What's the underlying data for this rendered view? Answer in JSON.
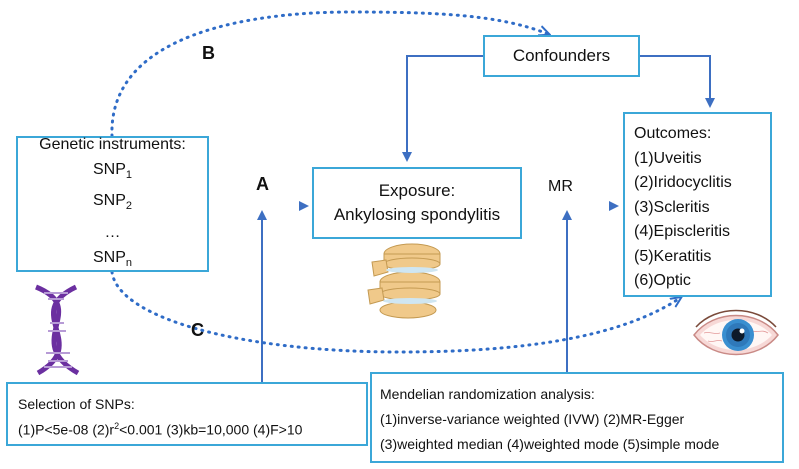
{
  "confounders": {
    "label": "Confounders"
  },
  "genetic": {
    "title": "Genetic instruments:",
    "snp1": {
      "base": "SNP",
      "sub": "1"
    },
    "snp2": {
      "base": "SNP",
      "sub": "2"
    },
    "ellipsis": "…",
    "snpn": {
      "base": "SNP",
      "sub": "n"
    }
  },
  "exposure": {
    "line1": "Exposure:",
    "line2": "Ankylosing spondylitis"
  },
  "outcomes": {
    "title": "Outcomes:",
    "items": [
      "(1)Uveitis",
      "(2)Iridocyclitis",
      "(3)Scleritis",
      "(4)Episcleritis",
      "(5)Keratitis",
      "(6)Optic"
    ]
  },
  "labels": {
    "a": "A",
    "b": "B",
    "c": "C",
    "mr": "MR"
  },
  "selection": {
    "title": "Selection of SNPs:",
    "c1": "(1)P<5e-08 (2)r",
    "c1sup": "2",
    "c2": "<0.001 (3)kb=10,000 (4)F>10"
  },
  "mr_analysis": {
    "title": "Mendelian randomization analysis:",
    "line1": "(1)inverse-variance weighted (IVW) (2)MR-Egger",
    "line2": "(3)weighted median (4)weighted mode (5)simple mode"
  },
  "colors": {
    "box_border": "#3ba7d8",
    "arrow": "#3d6fc2",
    "dotted": "#2f6cc7",
    "teal": "#35bfb4"
  }
}
